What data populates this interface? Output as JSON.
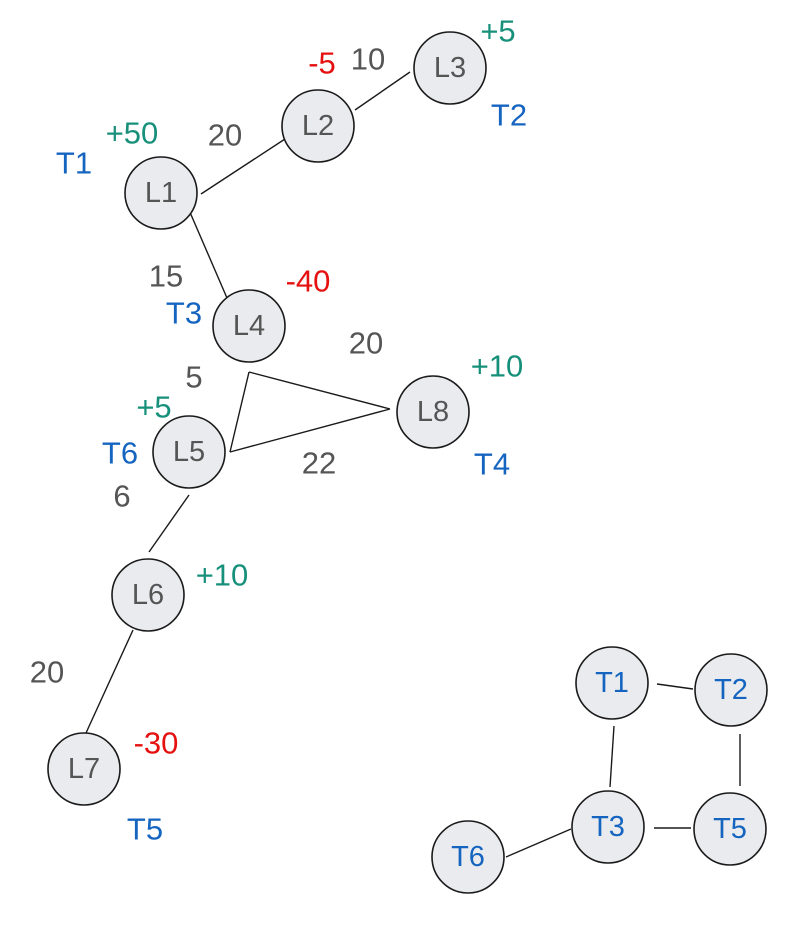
{
  "colors": {
    "location_label": "#555555",
    "team_label": "#1565c0",
    "weight": "#555555",
    "positive": "#16907a",
    "negative": "#e51010",
    "team": "#1565c0"
  },
  "location_graph": {
    "nodes": [
      {
        "id": "L1",
        "label": "L1",
        "value": "+50",
        "team": "T1"
      },
      {
        "id": "L2",
        "label": "L2",
        "value": "-5",
        "team": ""
      },
      {
        "id": "L3",
        "label": "L3",
        "value": "+5",
        "team": "T2"
      },
      {
        "id": "L4",
        "label": "L4",
        "value": "-40",
        "team": "T3"
      },
      {
        "id": "L5",
        "label": "L5",
        "value": "+5",
        "team": "T6"
      },
      {
        "id": "L6",
        "label": "L6",
        "value": "+10",
        "team": ""
      },
      {
        "id": "L7",
        "label": "L7",
        "value": "-30",
        "team": "T5"
      },
      {
        "id": "L8",
        "label": "L8",
        "value": "+10",
        "team": "T4"
      }
    ],
    "edges": [
      {
        "from": "L1",
        "to": "L2",
        "weight": "20"
      },
      {
        "from": "L2",
        "to": "L3",
        "weight": "10"
      },
      {
        "from": "L1",
        "to": "L4",
        "weight": "15"
      },
      {
        "from": "L4",
        "to": "L5",
        "weight": "5"
      },
      {
        "from": "L4",
        "to": "L8",
        "weight": "20"
      },
      {
        "from": "L5",
        "to": "L8",
        "weight": "22"
      },
      {
        "from": "L5",
        "to": "L6",
        "weight": "6"
      },
      {
        "from": "L6",
        "to": "L7",
        "weight": "20"
      }
    ]
  },
  "team_graph": {
    "nodes": [
      {
        "id": "T1",
        "label": "T1"
      },
      {
        "id": "T2",
        "label": "T2"
      },
      {
        "id": "T3",
        "label": "T3"
      },
      {
        "id": "T5",
        "label": "T5"
      },
      {
        "id": "T6",
        "label": "T6"
      }
    ],
    "edges": [
      {
        "from": "T1",
        "to": "T2"
      },
      {
        "from": "T1",
        "to": "T3"
      },
      {
        "from": "T2",
        "to": "T5"
      },
      {
        "from": "T3",
        "to": "T5"
      },
      {
        "from": "T3",
        "to": "T6"
      }
    ]
  }
}
